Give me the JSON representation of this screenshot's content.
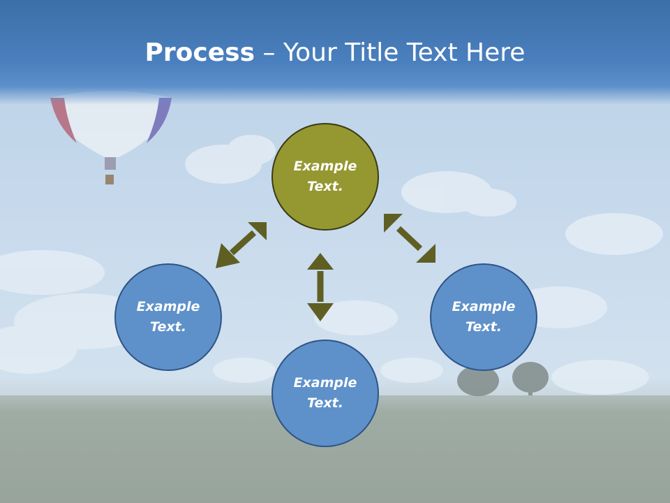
{
  "title": {
    "bold": "Process",
    "rest": " – Your Title Text Here"
  },
  "nodes": {
    "top": {
      "line1": "Example",
      "line2": "Text."
    },
    "left": {
      "line1": "Example",
      "line2": "Text."
    },
    "right": {
      "line1": "Example",
      "line2": "Text."
    },
    "bottom": {
      "line1": "Example",
      "line2": "Text."
    }
  },
  "colors": {
    "title_bar": "#3c6fa6",
    "center_node": "#959731",
    "outer_node": "#5e91c9",
    "arrow": "#5f5f24"
  }
}
